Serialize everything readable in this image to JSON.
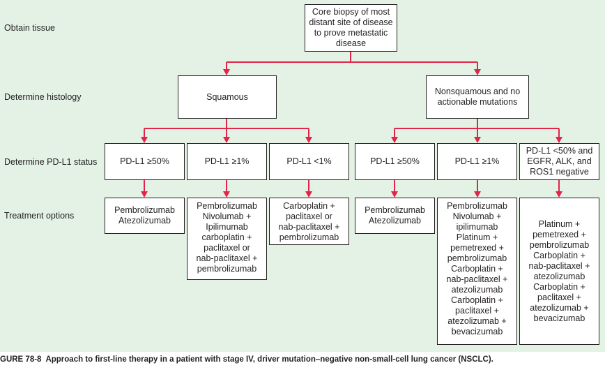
{
  "stages": {
    "obtain_tissue": "Obtain tissue",
    "histology": "Determine histology",
    "pdl1": "Determine PD-L1 status",
    "treatment": "Treatment options"
  },
  "nodes": {
    "biopsy": "Core biopsy of most\ndistant site of disease\nto prove metastatic\ndisease",
    "squamous": "Squamous",
    "nonsquamous": "Nonsquamous and no\nactionable mutations",
    "sq_pdl1_50": "PD-L1 ≥50%",
    "sq_pdl1_1": "PD-L1 ≥1%",
    "sq_pdl1_lt1": "PD-L1 <1%",
    "ns_pdl1_50": "PD-L1 ≥50%",
    "ns_pdl1_1": "PD-L1 ≥1%",
    "ns_pdl1_other": "PD-L1 <50% and\nEGFR, ALK, and\nROS1 negative",
    "tx_sq_50": "Pembrolizumab\nAtezolizumab",
    "tx_sq_1": "Pembrolizumab\nNivolumab +\nIpilimumab\ncarboplatin +\npaclitaxel or\nnab-paclitaxel +\npembrolizumab",
    "tx_sq_lt1": "Carboplatin +\npaclitaxel or\nnab-paclitaxel +\npembrolizumab",
    "tx_ns_50": "Pembrolizumab\nAtezolizumab",
    "tx_ns_1": "Pembrolizumab\nNivolumab +\nipilimumab\nPlatinum +\npemetrexed +\npembrolizumab\nCarboplatin +\nnab-paclitaxel +\natezolizumab\nCarboplatin +\npaclitaxel +\natezolizumab +\nbevacizumab",
    "tx_ns_other": "Platinum +\npemetrexed +\npembrolizumab\nCarboplatin +\nnab-paclitaxel +\natezolizumab\nCarboplatin +\npaclitaxel +\natezolizumab +\nbevacizumab"
  },
  "caption": {
    "label": "GURE 78-8",
    "text": "Approach to first-line therapy in a patient with stage IV, driver mutation–negative non-small-cell lung cancer (NSCLC)."
  },
  "colors": {
    "background": "#e3f2e5",
    "connector": "#e0244a",
    "box_border": "#231f20"
  }
}
